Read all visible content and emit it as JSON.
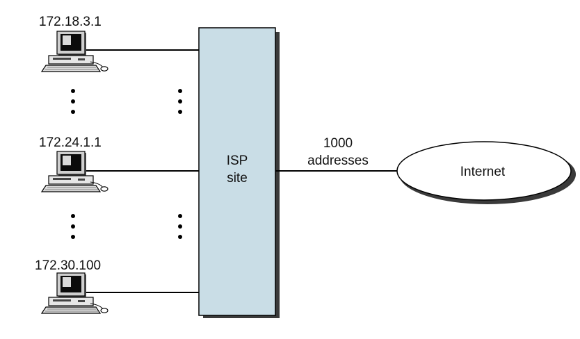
{
  "hosts": [
    {
      "address": "172.18.3.1"
    },
    {
      "address": "172.24.1.1"
    },
    {
      "address": "172.30.100"
    }
  ],
  "isp": {
    "line1": "ISP",
    "line2": "site"
  },
  "link": {
    "line1": "1000",
    "line2": "addresses"
  },
  "cloud": {
    "label": "Internet"
  },
  "colors": {
    "isp_fill": "#c9dde6",
    "shadow": "#3a3a3a",
    "stroke": "#000000"
  }
}
